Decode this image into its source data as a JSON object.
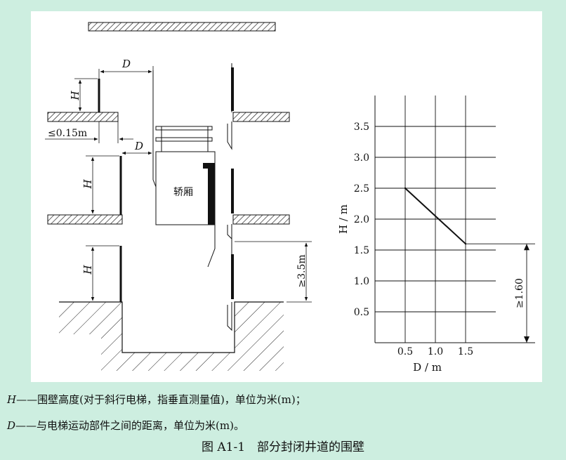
{
  "diagram": {
    "dim_D_top": "D",
    "dim_D_mid": "D",
    "dim_H1": "H",
    "dim_H2": "H",
    "dim_H3": "H",
    "gap_015": "≤0.15m",
    "car_label": "轿厢",
    "gap_35": "≥3.5m"
  },
  "chart_data": {
    "type": "line",
    "x": [
      0.5,
      1.5
    ],
    "series": [
      {
        "values": [
          2.5,
          1.6
        ]
      }
    ],
    "xticks": [
      "0.5",
      "1.0",
      "1.5"
    ],
    "yticks": [
      "0.5",
      "1.0",
      "1.5",
      "2.0",
      "2.5",
      "3.0",
      "3.5"
    ],
    "xlabel": "D / m",
    "ylabel": "H / m",
    "xlim": [
      0,
      2
    ],
    "ylim": [
      0,
      4
    ],
    "grid": true,
    "horizontal_extension_at": 1.6,
    "annotation": "≥1.60"
  },
  "legend": {
    "h_symbol": "H",
    "h_text": "——围壁高度(对于斜行电梯，指垂直测量值)，单位为米(m)；",
    "d_symbol": "D",
    "d_text": "——与电梯运动部件之间的距离，单位为米(m)。"
  },
  "caption": "图 A1-1　部分封闭井道的围壁"
}
